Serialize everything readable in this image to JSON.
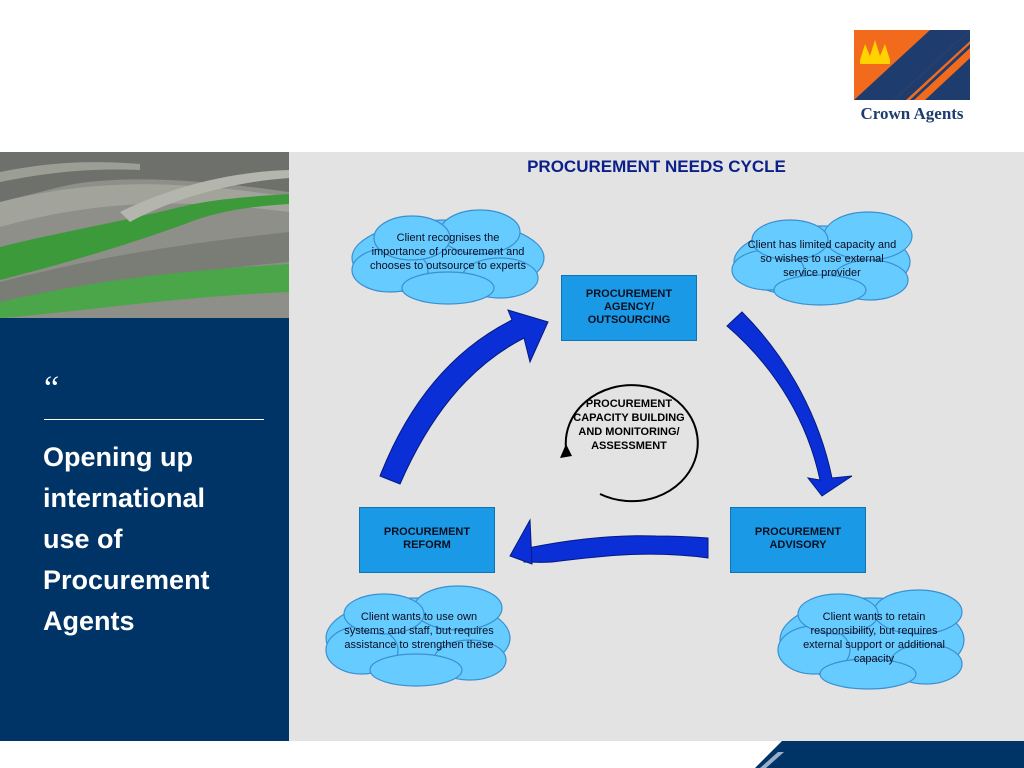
{
  "logo": {
    "text": "Crown Agents"
  },
  "panel": {
    "quote_mark": "“",
    "quote_lines": [
      "Opening up",
      "international",
      "use of",
      "Procurement",
      "Agents"
    ]
  },
  "diagram": {
    "title": "PROCUREMENT NEEDS CYCLE",
    "boxes": {
      "agency": "PROCUREMENT AGENCY/ OUTSOURCING",
      "reform": "PROCUREMENT REFORM",
      "advisory": "PROCUREMENT ADVISORY"
    },
    "center": "PROCUREMENT CAPACITY BUILDING AND MONITORING/ ASSESSMENT",
    "clouds": {
      "top_left": "Client recognises the importance of procurement and chooses to outsource to experts",
      "top_right": "Client has limited capacity and so wishes to use external service provider",
      "bottom_left": "Client wants to use own systems and staff, but requires assistance to strengthen these",
      "bottom_right": "Client wants to retain responsibility, but requires external support or additional capacity"
    }
  },
  "colors": {
    "navy": "#003366",
    "box_blue": "#1a9ae6",
    "arrow_blue": "#0a2fd6",
    "cloud_blue": "#66ccff",
    "title_blue": "#0b1f8a",
    "logo_orange": "#f26b1d",
    "logo_navy": "#1f3c6e"
  }
}
